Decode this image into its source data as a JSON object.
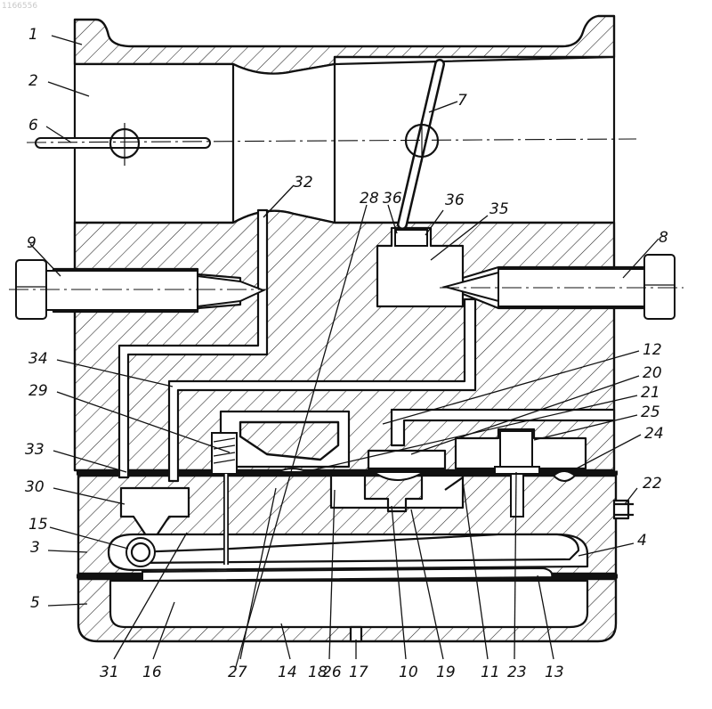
{
  "watermark": "1166556",
  "callouts": [
    {
      "id": "1",
      "label": "1"
    },
    {
      "id": "2",
      "label": "2"
    },
    {
      "id": "6",
      "label": "6"
    },
    {
      "id": "7",
      "label": "7"
    },
    {
      "id": "32",
      "label": "32"
    },
    {
      "id": "28",
      "label": "28"
    },
    {
      "id": "36a",
      "label": "36"
    },
    {
      "id": "36b",
      "label": "36"
    },
    {
      "id": "35",
      "label": "35"
    },
    {
      "id": "9",
      "label": "9"
    },
    {
      "id": "8",
      "label": "8"
    },
    {
      "id": "34",
      "label": "34"
    },
    {
      "id": "29",
      "label": "29"
    },
    {
      "id": "12",
      "label": "12"
    },
    {
      "id": "20",
      "label": "20"
    },
    {
      "id": "21",
      "label": "21"
    },
    {
      "id": "25",
      "label": "25"
    },
    {
      "id": "24",
      "label": "24"
    },
    {
      "id": "33",
      "label": "33"
    },
    {
      "id": "30",
      "label": "30"
    },
    {
      "id": "22",
      "label": "22"
    },
    {
      "id": "15",
      "label": "15"
    },
    {
      "id": "3",
      "label": "3"
    },
    {
      "id": "4",
      "label": "4"
    },
    {
      "id": "5",
      "label": "5"
    },
    {
      "id": "31",
      "label": "31"
    },
    {
      "id": "16",
      "label": "16"
    },
    {
      "id": "27",
      "label": "27"
    },
    {
      "id": "14",
      "label": "14"
    },
    {
      "id": "18",
      "label": "18"
    },
    {
      "id": "26",
      "label": "26"
    },
    {
      "id": "17",
      "label": "17"
    },
    {
      "id": "10",
      "label": "10"
    },
    {
      "id": "19",
      "label": "19"
    },
    {
      "id": "11",
      "label": "11"
    },
    {
      "id": "23",
      "label": "23"
    },
    {
      "id": "13",
      "label": "13"
    }
  ]
}
